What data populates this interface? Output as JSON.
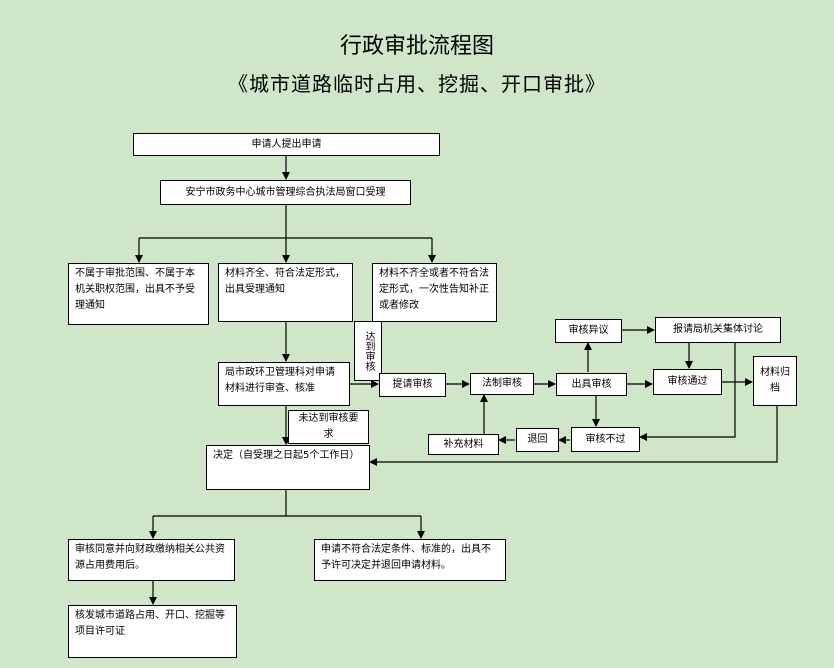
{
  "title": "行政审批流程图",
  "subtitle": "《城市道路临时占用、挖掘、开口审批》",
  "nodes": {
    "apply": "申请人提出申请",
    "window": "安宁市政务中心城市管理综合执法局窗口受理",
    "reject_scope": "不属于审批范围、不属于本机关职权范围，出具不予受理通知",
    "accept": "材料齐全、符合法定形式，出具受理通知",
    "incomplete": "材料不齐全或者不符合法定形式，一次性告知补正或者修改",
    "reach_review": "达到审核",
    "bureau_review": "局市政环卫管理科对申请材料进行审查、核准",
    "not_reach": "未达到审核要求",
    "submit_review": "提请审核",
    "legal_review": "法制审核",
    "issue_review": "出具审核",
    "objection": "审核异议",
    "collective": "报请局机关集体讨论",
    "passed": "审核通过",
    "archive": "材料归档",
    "failed": "审核不过",
    "returned": "退回",
    "supplement": "补充材料",
    "decision": "决定（自受理之日起5个工作日）",
    "approve_fee": "审核同意并向财政缴纳相关公共资源占用费用后。",
    "deny": "申请不符合法定条件、标准的，出具不予许可决定并退回申请材料。",
    "permit": "核发城市道路占用、开口、挖掘等项目许可证"
  }
}
